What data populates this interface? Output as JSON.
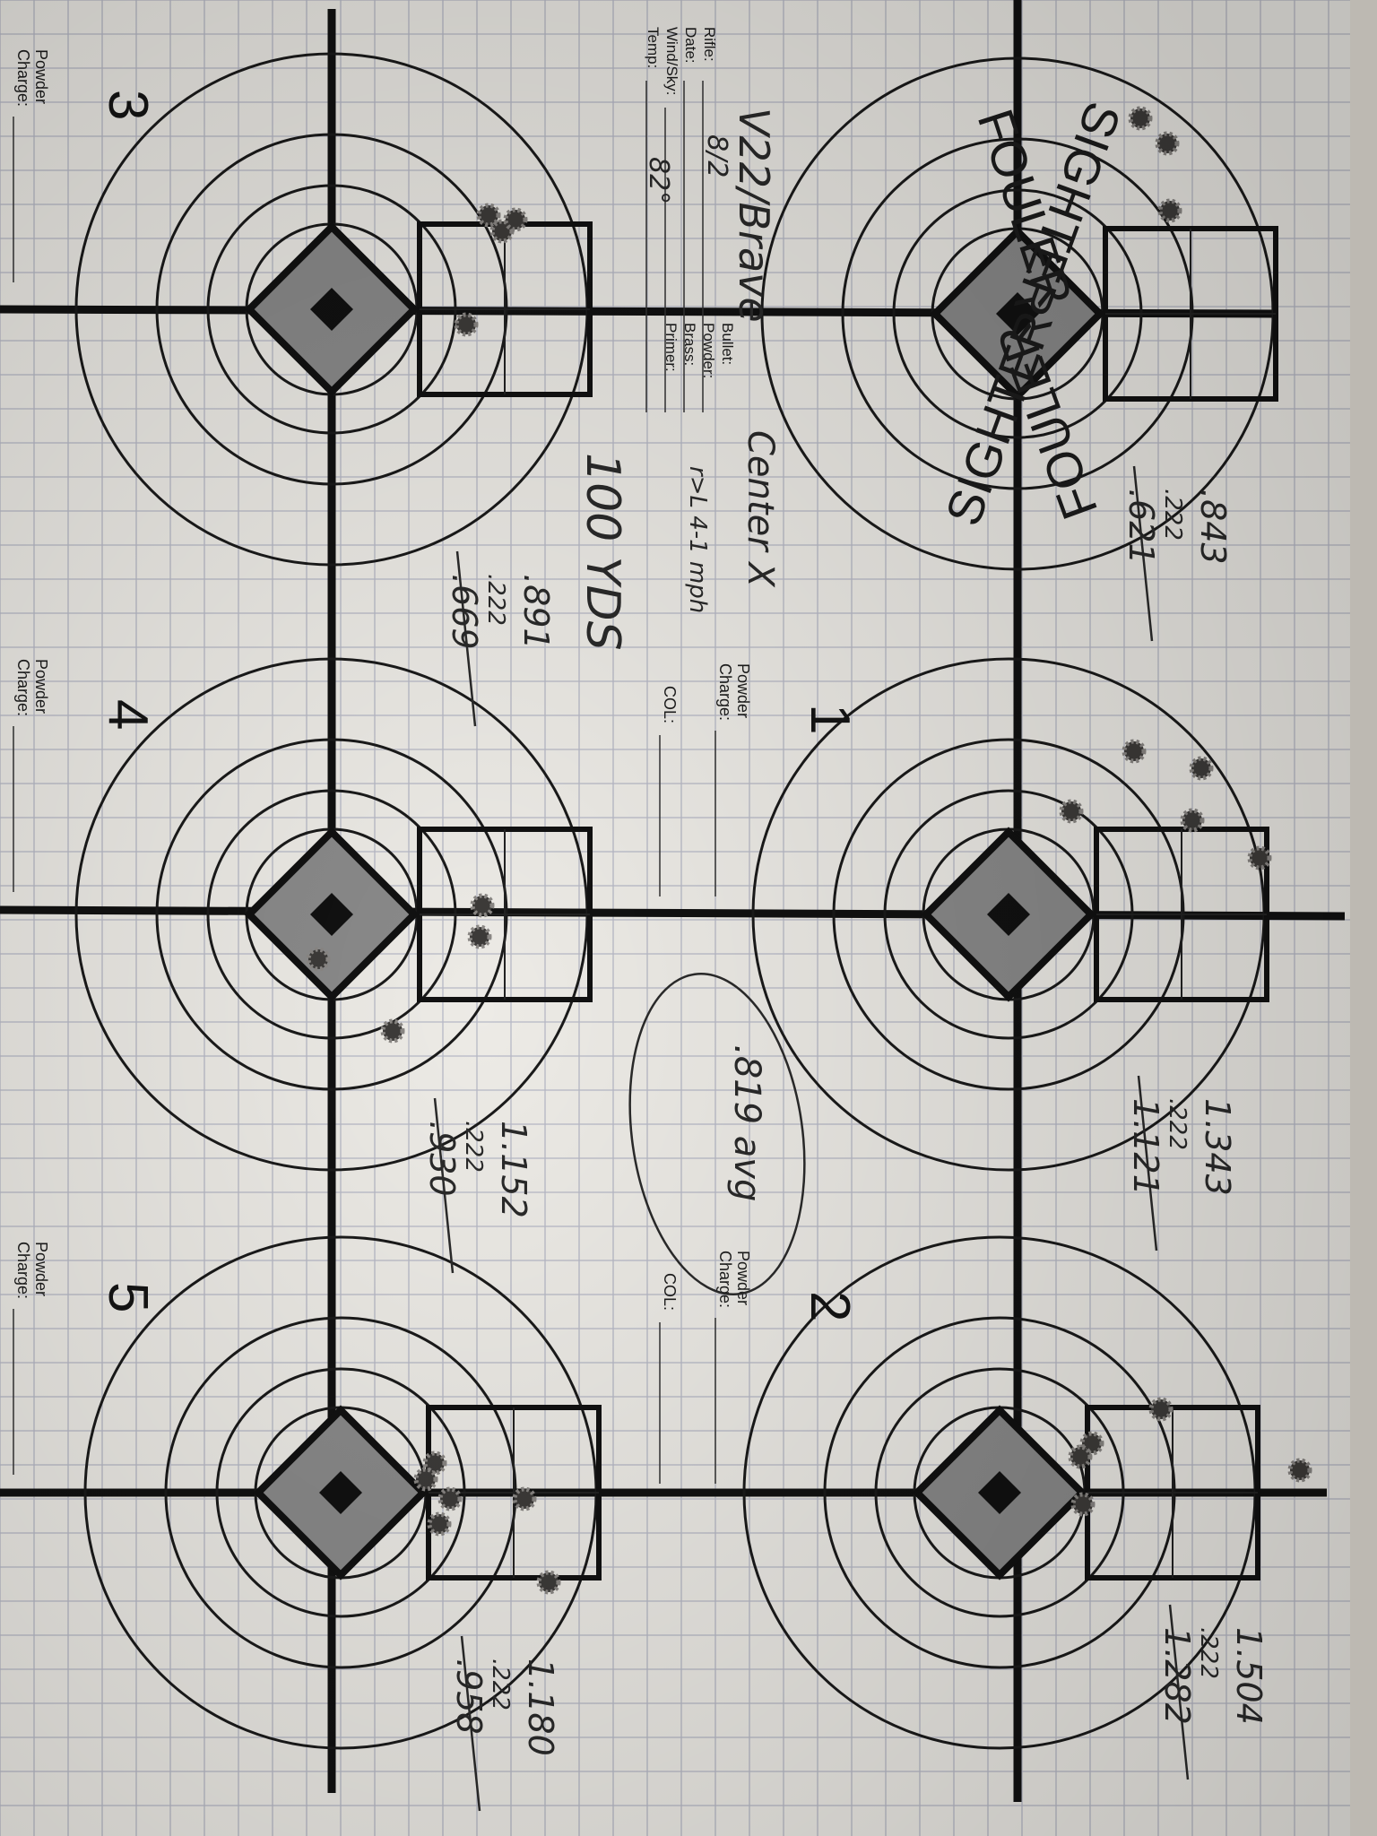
{
  "target": {
    "header_labels": [
      "Rifle:",
      "Date:",
      "Wind/Sky:",
      "Temp:",
      "Bullet:",
      "Powder:",
      "Brass:",
      "Primer:"
    ],
    "header_values": {
      "rifle": "V22/Brave",
      "date": "8/2",
      "temp": "82°",
      "bullet": "Center X",
      "brass": "r>L 4-1 mph"
    },
    "distance_note": "100 YDS",
    "sighter_text": [
      "SIGHTER",
      "FOULER",
      "SIGHTER",
      "FOULER"
    ],
    "average_note": ".819 avg",
    "targets": [
      {
        "number": "1",
        "powder_label": "Powder",
        "charge_label": "Charge:",
        "col_label": "COL:",
        "group": [
          ".843",
          ".222",
          ".621"
        ]
      },
      {
        "number": "2",
        "powder_label": "Powder",
        "charge_label": "Charge:",
        "col_label": "COL:",
        "group": [
          "1.343",
          ".222",
          "1.121"
        ]
      },
      {
        "number": "3",
        "powder_label": "Powder",
        "charge_label": "Charge:",
        "group": [
          ".891",
          ".222",
          ".669"
        ]
      },
      {
        "number": "4",
        "powder_label": "Powder",
        "charge_label": "Charge:",
        "group": [
          "1.152",
          ".222",
          ".930"
        ]
      },
      {
        "number": "5",
        "powder_label": "Powder",
        "charge_label": "Charge:",
        "group": [
          "1.180",
          ".222",
          ".958"
        ]
      },
      {
        "number": "",
        "group": [
          "1.504",
          ".222",
          "1.282"
        ]
      }
    ],
    "colors": {
      "paper": "#edebe6",
      "grid": "#b7b9c6",
      "ink": "#111111",
      "diamond": "#8a8a8a"
    }
  }
}
